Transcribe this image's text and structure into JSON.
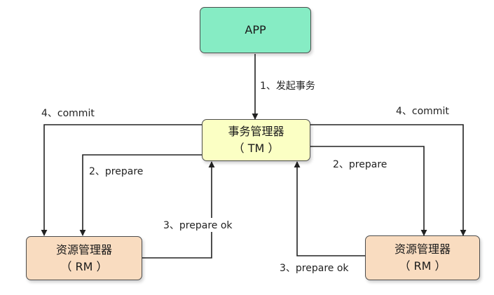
{
  "colors": {
    "app_fill": "#86ecc4",
    "tm_fill": "#fbffc4",
    "rm_fill": "#f9dcc0",
    "line": "#222222"
  },
  "nodes": {
    "app": {
      "label": "APP"
    },
    "tm": {
      "line1": "事务管理器",
      "line2": "（ TM ）"
    },
    "rm_left": {
      "line1": "资源管理器",
      "line2": "（ RM ）"
    },
    "rm_right": {
      "line1": "资源管理器",
      "line2": "（ RM ）"
    }
  },
  "edges": {
    "start": "1、发起事务",
    "commit_left": "4、commit",
    "commit_right": "4、commit",
    "prepare_left": "2、prepare",
    "prepare_right": "2、prepare",
    "prepare_ok_left": "3、prepare ok",
    "prepare_ok_right": "3、prepare ok"
  }
}
